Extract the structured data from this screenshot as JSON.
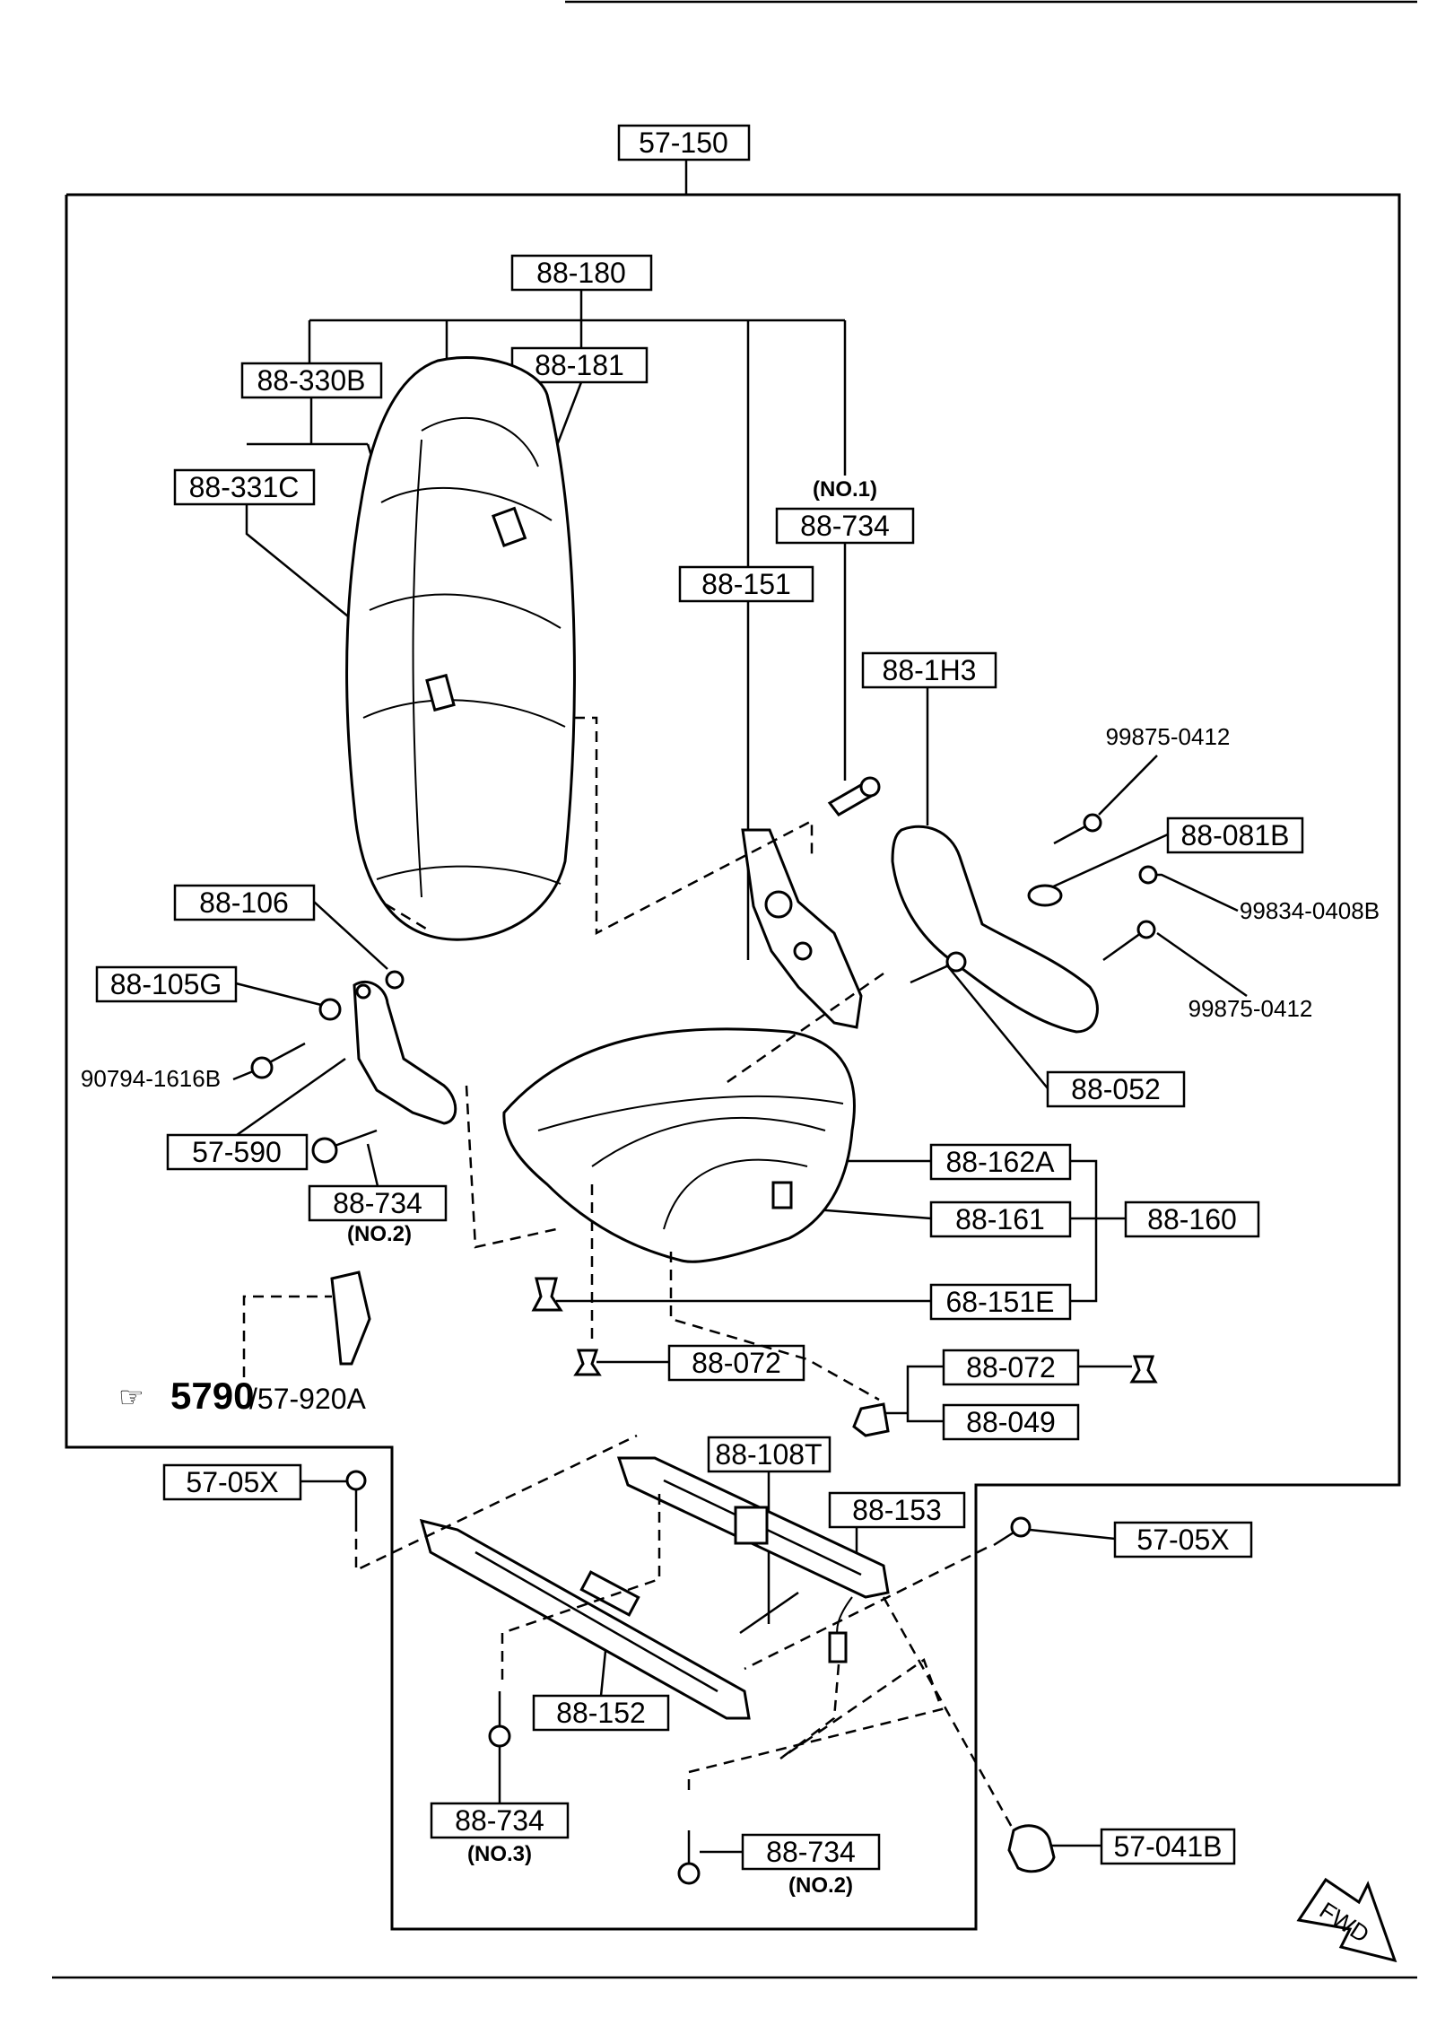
{
  "labels": {
    "assembly": "57-150",
    "cover_set": "88-180",
    "back_pad": "88-330B",
    "back_cover": "88-181",
    "back_trim": "88-331C",
    "bolt_no1_note": "(NO.1)",
    "bolt_no1": "88-734",
    "recliner_frame": "88-151",
    "side_cover": "88-1H3",
    "screw_top": "99875-0412",
    "knob": "88-081B",
    "screw_mid": "99834-0408B",
    "screw_low": "99875-0412",
    "washer": "88-106",
    "bushing": "88-105G",
    "bolt_left": "90794-1616B",
    "bracket": "57-590",
    "bolt_no2_left": "88-734",
    "bolt_no2_left_note": "(NO.2)",
    "spacer": "88-052",
    "cushion_cover": "88-162A",
    "cushion_pad": "88-161",
    "cushion_set": "88-160",
    "clip_cushion": "68-151E",
    "clip_a": "88-072",
    "clip_b": "88-072",
    "clip_c": "88-049",
    "ref_arrow": "☞",
    "ref_main": "5790",
    "ref_sub": "/57-920A",
    "bolt_rail_left": "57-05X",
    "rail_set": "88-108T",
    "rail_right": "88-153",
    "bolt_rail_right": "57-05X",
    "rail_left": "88-152",
    "bolt_no3": "88-734",
    "bolt_no3_note": "(NO.3)",
    "bolt_no2_right": "88-734",
    "bolt_no2_right_note": "(NO.2)",
    "cap": "57-041B",
    "fwd": "FWD"
  },
  "colors": {
    "ink": "#000000",
    "paper": "#ffffff"
  }
}
